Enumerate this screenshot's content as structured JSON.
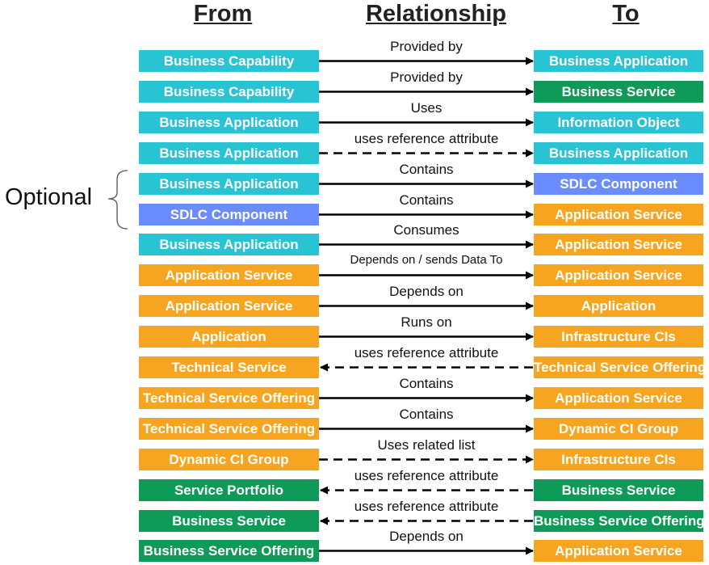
{
  "headers": {
    "from": "From",
    "relationship": "Relationship",
    "to": "To"
  },
  "optional_label": "Optional",
  "colors": {
    "teal": "#29c4d4",
    "green": "#0f9b57",
    "orange": "#f7a520",
    "blue": "#6a8cff"
  },
  "rows": [
    {
      "from": "Business Capability",
      "from_color": "teal",
      "relation": "Provided by",
      "to": "Business Application",
      "to_color": "teal",
      "line": "solid",
      "direction": "right"
    },
    {
      "from": "Business Capability",
      "from_color": "teal",
      "relation": "Provided by",
      "to": "Business Service",
      "to_color": "green",
      "line": "solid",
      "direction": "right"
    },
    {
      "from": "Business Application",
      "from_color": "teal",
      "relation": "Uses",
      "to": "Information Object",
      "to_color": "teal",
      "line": "solid",
      "direction": "right"
    },
    {
      "from": "Business Application",
      "from_color": "teal",
      "relation": "uses reference attribute",
      "to": "Business Application",
      "to_color": "teal",
      "line": "dashed",
      "direction": "right"
    },
    {
      "from": "Business Application",
      "from_color": "teal",
      "relation": "Contains",
      "to": "SDLC Component",
      "to_color": "blue",
      "line": "solid",
      "direction": "right"
    },
    {
      "from": "SDLC Component",
      "from_color": "blue",
      "relation": "Contains",
      "to": "Application Service",
      "to_color": "orange",
      "line": "solid",
      "direction": "right"
    },
    {
      "from": "Business Application",
      "from_color": "teal",
      "relation": "Consumes",
      "to": "Application Service",
      "to_color": "orange",
      "line": "solid",
      "direction": "right"
    },
    {
      "from": "Application Service",
      "from_color": "orange",
      "relation": "Depends on / sends Data To",
      "to": "Application Service",
      "to_color": "orange",
      "line": "solid",
      "direction": "right"
    },
    {
      "from": "Application Service",
      "from_color": "orange",
      "relation": "Depends on",
      "to": "Application",
      "to_color": "orange",
      "line": "solid",
      "direction": "right"
    },
    {
      "from": "Application",
      "from_color": "orange",
      "relation": "Runs on",
      "to": "Infrastructure CIs",
      "to_color": "orange",
      "line": "solid",
      "direction": "right"
    },
    {
      "from": "Technical Service",
      "from_color": "orange",
      "relation": "uses reference attribute",
      "to": "Technical Service Offering",
      "to_color": "orange",
      "line": "dashed",
      "direction": "left"
    },
    {
      "from": "Technical Service Offering",
      "from_color": "orange",
      "relation": "Contains",
      "to": "Application Service",
      "to_color": "orange",
      "line": "solid",
      "direction": "right"
    },
    {
      "from": "Technical Service Offering",
      "from_color": "orange",
      "relation": "Contains",
      "to": "Dynamic CI Group",
      "to_color": "orange",
      "line": "solid",
      "direction": "right"
    },
    {
      "from": "Dynamic CI Group",
      "from_color": "orange",
      "relation": "Uses related list",
      "to": "Infrastructure CIs",
      "to_color": "orange",
      "line": "dashed",
      "direction": "right"
    },
    {
      "from": "Service Portfolio",
      "from_color": "green",
      "relation": "uses reference attribute",
      "to": "Business Service",
      "to_color": "green",
      "line": "dashed",
      "direction": "left"
    },
    {
      "from": "Business Service",
      "from_color": "green",
      "relation": "uses reference attribute",
      "to": "Business Service Offering",
      "to_color": "green",
      "line": "dashed",
      "direction": "left"
    },
    {
      "from": "Business Service Offering",
      "from_color": "green",
      "relation": "Depends on",
      "to": "Application Service",
      "to_color": "orange",
      "line": "solid",
      "direction": "right"
    }
  ]
}
